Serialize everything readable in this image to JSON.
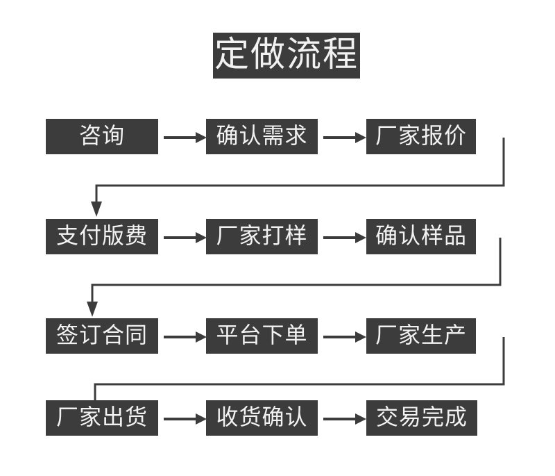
{
  "diagram": {
    "type": "flowchart",
    "title": "定做流程",
    "background_color": "#ffffff",
    "node_color": "#3c3c3c",
    "node_text_color": "#f2f2f2",
    "connector_color": "#3c3c3c",
    "rows": [
      {
        "row_index": 1,
        "steps": [
          {
            "id": "step-1",
            "label": "咨询"
          },
          {
            "id": "step-2",
            "label": "确认需求"
          },
          {
            "id": "step-3",
            "label": "厂家报价"
          }
        ],
        "wrap_to_next_row": true
      },
      {
        "row_index": 2,
        "steps": [
          {
            "id": "step-4",
            "label": "支付版费"
          },
          {
            "id": "step-5",
            "label": "厂家打样"
          },
          {
            "id": "step-6",
            "label": "确认样品"
          }
        ],
        "wrap_to_next_row": true
      },
      {
        "row_index": 3,
        "steps": [
          {
            "id": "step-7",
            "label": "签订合同"
          },
          {
            "id": "step-8",
            "label": "平台下单"
          },
          {
            "id": "step-9",
            "label": "厂家生产"
          }
        ],
        "wrap_to_next_row": true
      },
      {
        "row_index": 4,
        "steps": [
          {
            "id": "step-10",
            "label": "厂家出货"
          },
          {
            "id": "step-11",
            "label": "收货确认"
          },
          {
            "id": "step-12",
            "label": "交易完成"
          }
        ],
        "wrap_to_next_row": false
      }
    ],
    "sequence": [
      "咨询",
      "确认需求",
      "厂家报价",
      "支付版费",
      "厂家打样",
      "确认样品",
      "签订合同",
      "平台下单",
      "厂家生产",
      "厂家出货",
      "收货确认",
      "交易完成"
    ],
    "arrow_icon": "right-arrow-icon",
    "wrap_arrow_icon": "down-arrow-icon"
  }
}
